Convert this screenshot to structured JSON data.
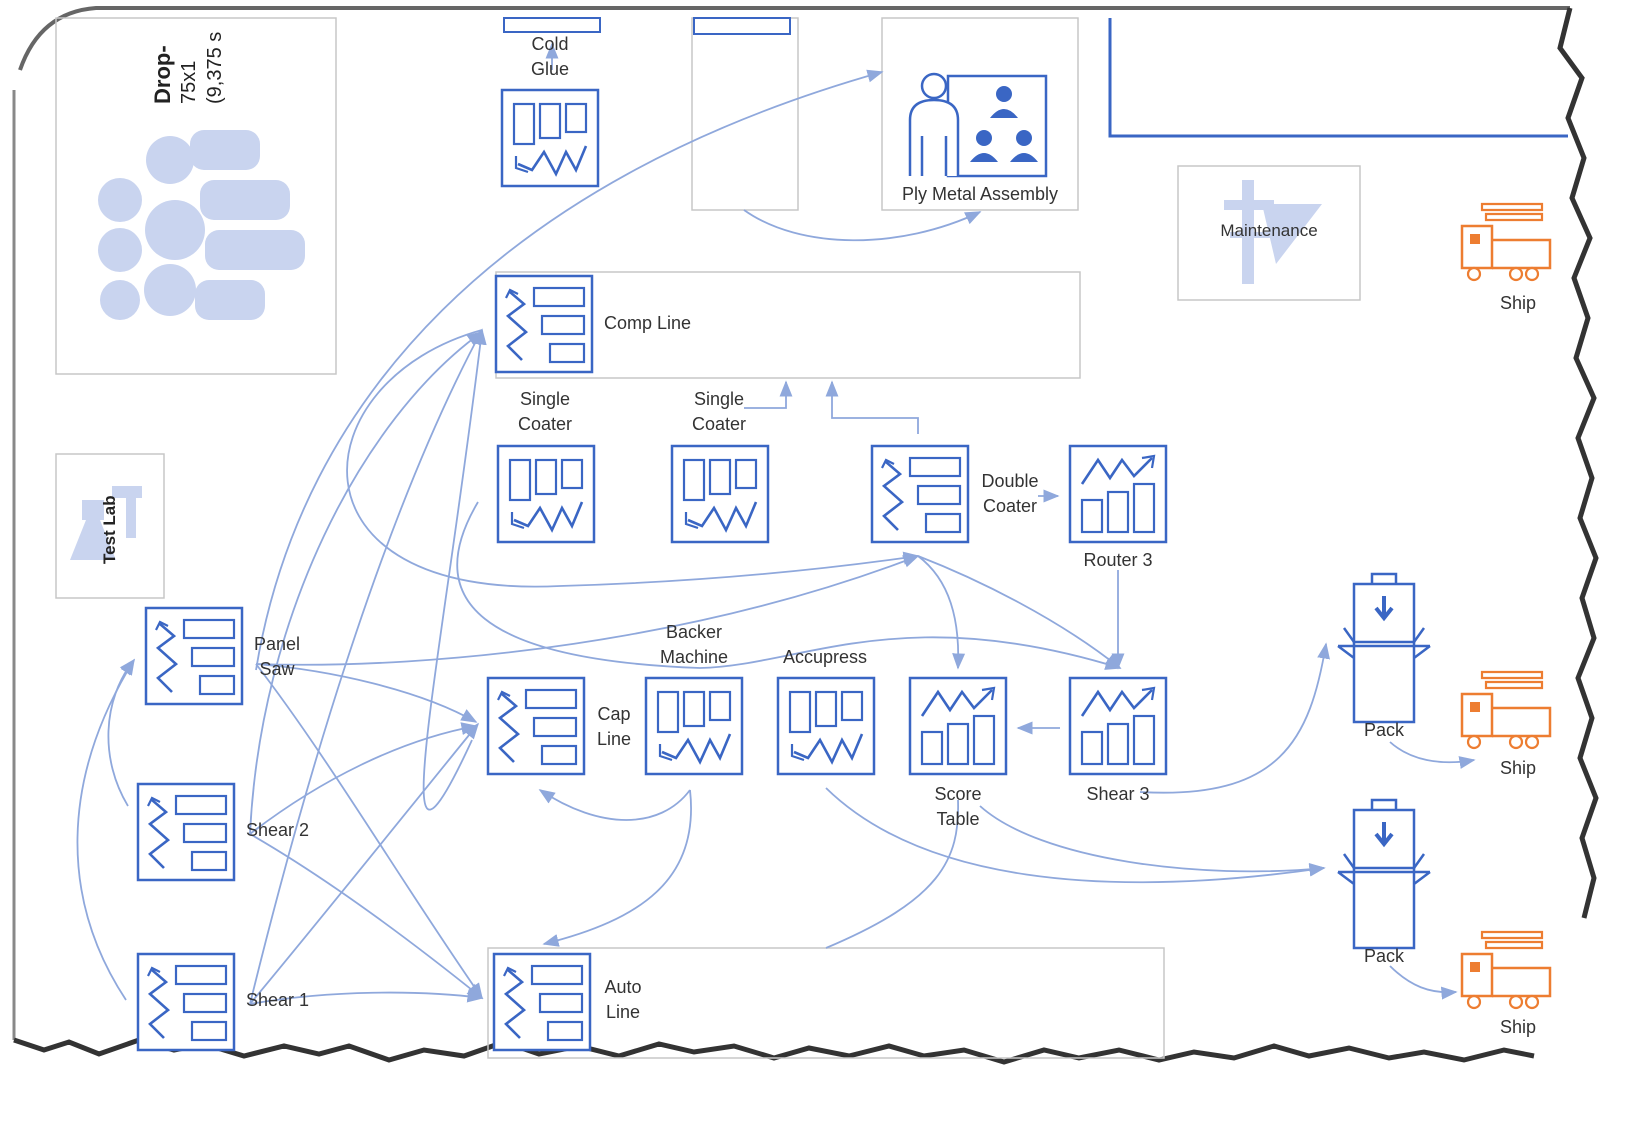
{
  "colors": {
    "accent": "#3a66c4",
    "connector": "#8fa8dc",
    "ship": "#ed7d31",
    "zone_border": "#c7c7c7",
    "faded_icon": "#c9d4ef"
  },
  "drop_zone": {
    "title": "Drop-",
    "size": "75x1",
    "area": "(9,375 s"
  },
  "test_lab": {
    "label": "Test Lab"
  },
  "stations": {
    "cold_glue": {
      "line1": "Cold",
      "line2": "Glue"
    },
    "ply_metal_assembly": {
      "label": "Ply Metal Assembly"
    },
    "maintenance": {
      "label": "Maintenance"
    },
    "comp_line": {
      "label": "Comp Line"
    },
    "single_coater_1": {
      "line1": "Single",
      "line2": "Coater"
    },
    "single_coater_2": {
      "line1": "Single",
      "line2": "Coater"
    },
    "double_coater": {
      "line1": "Double",
      "line2": "Coater"
    },
    "router_3": {
      "label": "Router 3"
    },
    "panel_saw": {
      "line1": "Panel",
      "line2": "Saw"
    },
    "cap_line": {
      "line1": "Cap",
      "line2": "Line"
    },
    "backer_machine": {
      "line1": "Backer",
      "line2": "Machine"
    },
    "accupress": {
      "label": "Accupress"
    },
    "score_table": {
      "line1": "Score",
      "line2": "Table"
    },
    "shear_3": {
      "label": "Shear 3"
    },
    "shear_2": {
      "label": "Shear 2"
    },
    "shear_1": {
      "label": "Shear 1"
    },
    "auto_line": {
      "line1": "Auto",
      "line2": "Line"
    },
    "pack_1": {
      "label": "Pack"
    },
    "pack_2": {
      "label": "Pack"
    },
    "ship_1": {
      "label": "Ship"
    },
    "ship_2": {
      "label": "Ship"
    },
    "ship_3": {
      "label": "Ship"
    }
  }
}
